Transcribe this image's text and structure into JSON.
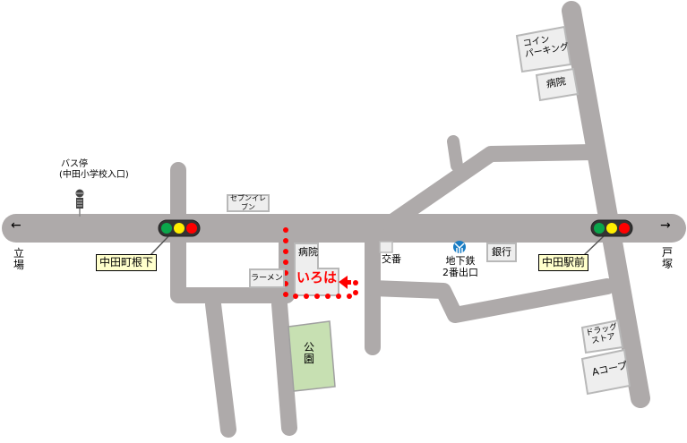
{
  "map": {
    "colors": {
      "road": "#aeaaaa",
      "park": "#c7e0b2",
      "park_border": "#a0a0a0",
      "building_fill": "#eeeeee",
      "building_border": "#b8b8b8",
      "route": "#ff0000",
      "signal_label_bg": "#ffffcc",
      "subway_icon": "#1a7dc4"
    },
    "directions": {
      "west": {
        "arrow": "←",
        "label_line1": "立",
        "label_line2": "場"
      },
      "east": {
        "arrow": "→",
        "label_line1": "戸",
        "label_line2": "塚"
      }
    },
    "bus_stop": {
      "line1": "バス停",
      "line2": "(中田小学校入口)"
    },
    "signals": [
      {
        "name": "中田町根下"
      },
      {
        "name": "中田駅前"
      }
    ],
    "landmarks": {
      "seven_eleven": "セブンイレブン",
      "ramen": "ラーメン",
      "hospital_near": "病院",
      "destination": "いろは",
      "police_box": "交番",
      "subway_line1": "地下鉄",
      "subway_line2": "2番出口",
      "bank": "銀行",
      "coin_parking_line1": "コイン",
      "coin_parking_line2": "パーキング",
      "hospital_north": "病院",
      "park_line1": "公",
      "park_line2": "園",
      "drugstore_line1": "ドラッグ",
      "drugstore_line2": "ストア",
      "a_coop": "Aコープ"
    }
  }
}
